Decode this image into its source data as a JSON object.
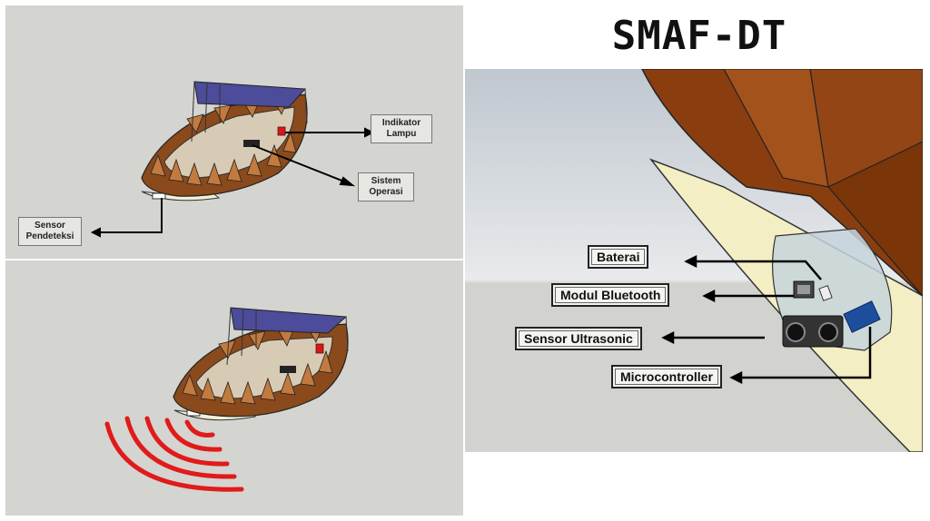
{
  "title": "SMAF-DT",
  "top_left": {
    "labels": {
      "indikator_lampu": "Indikator Lampu",
      "sistem_operasi": "Sistem Operasi",
      "sensor_pendeteksi": "Sensor Pendeteksi"
    }
  },
  "right": {
    "labels": {
      "baterai": "Baterai",
      "modul_bluetooth": "Modul Bluetooth",
      "sensor_ultrasonic": "Sensor Ultrasonic",
      "microcontroller": "Microcontroller"
    }
  },
  "colors": {
    "hull": "#8a4a1c",
    "hull_light": "#c27a3e",
    "canopy": "#4c4c9a",
    "deck": "#d8cbb6",
    "panel_bg": "#d4d4d0",
    "wave": "#e11a1a",
    "indicator": "#d61818"
  }
}
